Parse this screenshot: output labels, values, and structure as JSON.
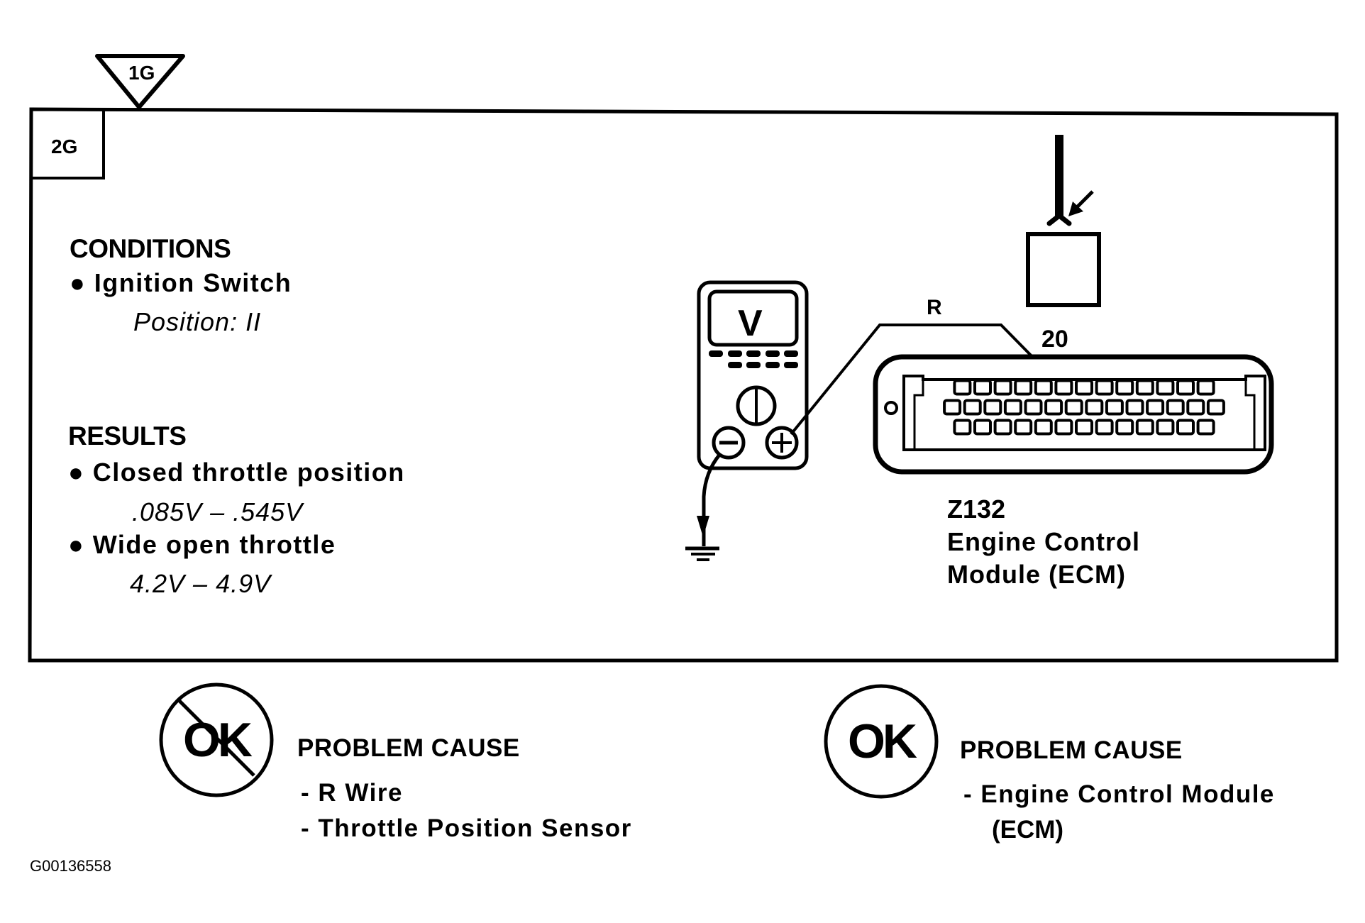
{
  "figure": {
    "step_in_label": "1G",
    "step_label": "2G",
    "code": "G00136558"
  },
  "conditions": {
    "heading": "CONDITIONS",
    "items": [
      {
        "label": "Ignition Switch",
        "detail": "Position: II"
      }
    ]
  },
  "results": {
    "heading": "RESULTS",
    "items": [
      {
        "label": "Closed throttle position",
        "detail": ".085V  –  .545V"
      },
      {
        "label": "Wide open throttle",
        "detail": "4.2V  –  4.9V"
      }
    ]
  },
  "meter": {
    "display_unit": "V",
    "neg_terminal": "negative-terminal",
    "pos_terminal": "positive-terminal"
  },
  "wire": {
    "color_code": "R",
    "pin_number": "20"
  },
  "connector": {
    "component_id": "Z132",
    "name_line1": "Engine Control",
    "name_line2": "Module  (ECM)",
    "pin_rows": [
      13,
      14,
      13
    ]
  },
  "outcomes": [
    {
      "badge": "OK",
      "negated": true,
      "heading": "PROBLEM CAUSE",
      "causes": [
        "-  R  Wire",
        "-  Throttle Position Sensor"
      ]
    },
    {
      "badge": "OK",
      "negated": false,
      "heading": "PROBLEM CAUSE",
      "causes": [
        "-  Engine Control Module",
        "(ECM)"
      ]
    }
  ]
}
